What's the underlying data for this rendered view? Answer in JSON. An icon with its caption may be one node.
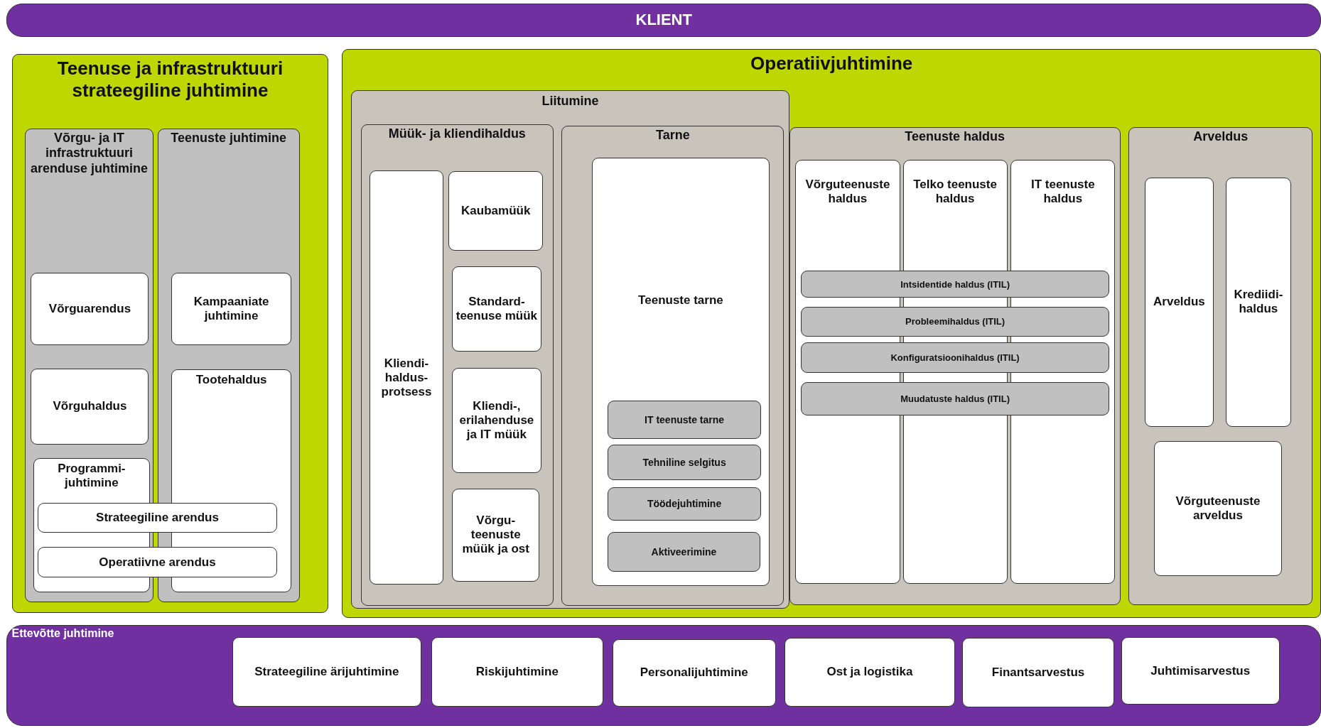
{
  "diagram": {
    "nodes": [
      {
        "text": [
          "KLIENT"
        ]
      },
      {
        "text": [
          "Teenuse ja infrastruktuuri strateegiline juhtimine"
        ]
      },
      {
        "text": [
          "Võrgu- ja IT infrastruktuuri arenduse juhtimine"
        ],
        "in": 1
      },
      {
        "text": [
          "Võrguarendus"
        ],
        "in": 2
      },
      {
        "text": [
          "Võrguhaldus"
        ],
        "in": 2
      },
      {
        "text": [
          "Programmi- juhtimine"
        ],
        "in": 2
      },
      {
        "text": [
          "Teenuste juhtimine"
        ],
        "in": 1
      },
      {
        "text": [
          "Kampaaniate juhtimine"
        ],
        "in": 6
      },
      {
        "text": [
          "Tootehaldus"
        ],
        "in": 6
      },
      {
        "text": [
          "Strateegiline arendus"
        ],
        "in": 1
      },
      {
        "text": [
          "Operatiivne arendus"
        ],
        "in": 1
      },
      {
        "text": [
          "Operatiivjuhtimine"
        ]
      },
      {
        "text": [
          "Liitumine"
        ],
        "in": 11
      },
      {
        "text": [
          "Müük- ja kliendihaldus"
        ],
        "in": 12
      },
      {
        "text": [
          "Kliendi- haldus- protsess"
        ],
        "in": 13
      },
      {
        "text": [
          "Kaubamüük"
        ],
        "in": 13
      },
      {
        "text": [
          "Standard- teenuse müük"
        ],
        "in": 13
      },
      {
        "text": [
          "Kliendi-, erilahenduse ja IT müük"
        ],
        "in": 13
      },
      {
        "text": [
          "Võrgu- teenuste müük ja ost"
        ],
        "in": 13
      },
      {
        "text": [
          "Tarne"
        ],
        "in": 12
      },
      {
        "text": [
          "Teenuste tarne"
        ],
        "in": 19
      },
      {
        "text": [
          "IT teenuste tarne"
        ],
        "in": 20
      },
      {
        "text": [
          "Tehniline selgitus"
        ],
        "in": 20
      },
      {
        "text": [
          "Töödejuhtimine"
        ],
        "in": 20
      },
      {
        "text": [
          "Aktiveerimine"
        ],
        "in": 20
      },
      {
        "text": [
          "Teenuste haldus"
        ],
        "in": 11
      },
      {
        "text": [
          "Võrguteenuste haldus"
        ],
        "in": 25
      },
      {
        "text": [
          "Telko teenuste haldus"
        ],
        "in": 25
      },
      {
        "text": [
          "IT teenuste haldus"
        ],
        "in": 25
      },
      {
        "text": [
          "Intsidentide haldus (ITIL)"
        ],
        "in": 25
      },
      {
        "text": [
          "Probleemihaldus (ITIL)"
        ],
        "in": 25
      },
      {
        "text": [
          "Konfiguratsioonihaldus (ITIL)"
        ],
        "in": 25
      },
      {
        "text": [
          "Muudatuste haldus (ITIL)"
        ],
        "in": 25
      },
      {
        "text": [
          "Arveldus"
        ],
        "in": 11
      },
      {
        "text": [
          "Arveldus"
        ],
        "in": 33
      },
      {
        "text": [
          "Krediidi- haldus"
        ],
        "in": 33
      },
      {
        "text": [
          "Võrguteenuste arveldus"
        ],
        "in": 33
      },
      {
        "text": [
          "Ettevõtte juhtimine"
        ]
      },
      {
        "text": [
          "Strateegiline ärijuhtimine"
        ],
        "in": 37
      },
      {
        "text": [
          "Riskijuhtimine"
        ],
        "in": 37
      },
      {
        "text": [
          "Personalijuhtimine"
        ],
        "in": 37
      },
      {
        "text": [
          "Ost ja logistika"
        ],
        "in": 37
      },
      {
        "text": [
          "Finantsarvestus"
        ],
        "in": 37
      },
      {
        "text": [
          "Juhtimisarvestus"
        ],
        "in": 37
      }
    ]
  }
}
